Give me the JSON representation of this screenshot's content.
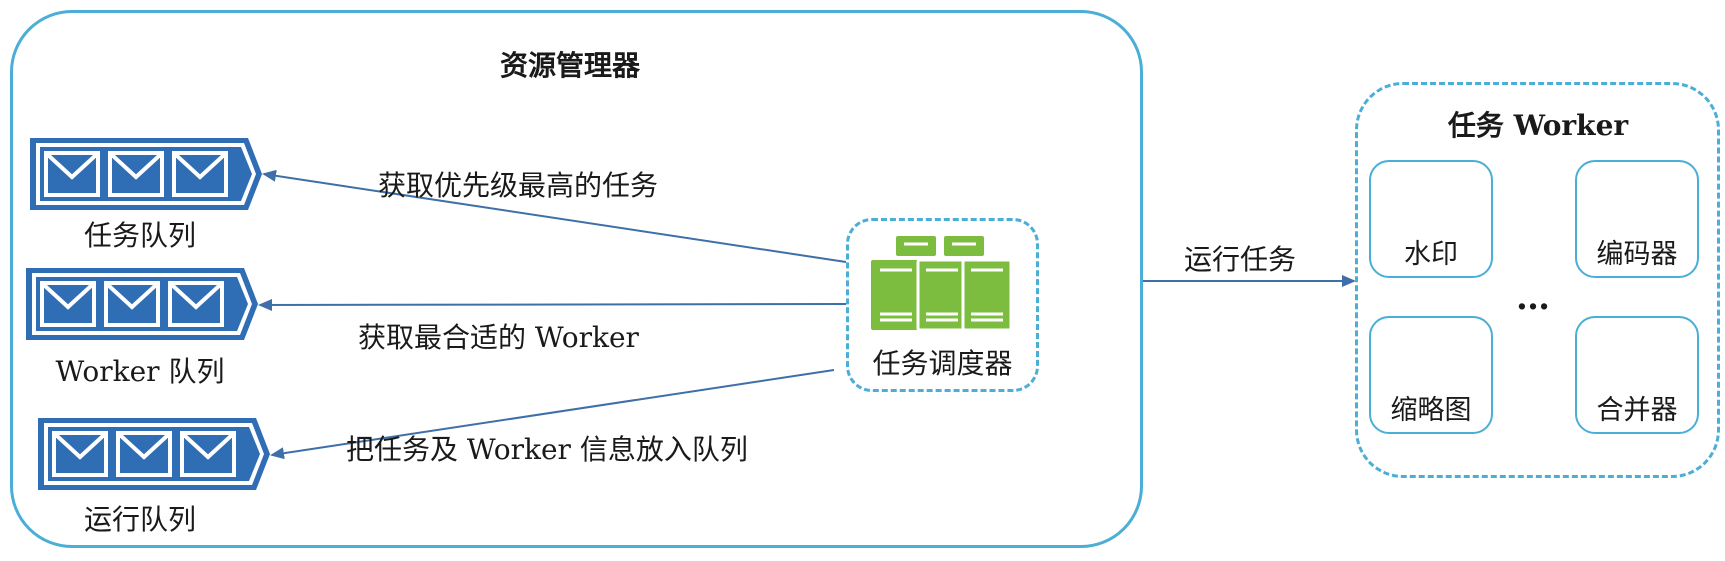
{
  "resource_manager": {
    "title": "资源管理器",
    "queues": [
      {
        "label": "任务队列"
      },
      {
        "label": "Worker 队列"
      },
      {
        "label": "运行队列"
      }
    ],
    "scheduler_label": "任务调度器",
    "arrows": [
      {
        "label": "获取优先级最高的任务"
      },
      {
        "label": "获取最合适的 Worker"
      },
      {
        "label": "把任务及 Worker 信息放入队列"
      }
    ]
  },
  "run_arrow_label": "运行任务",
  "task_workers": {
    "title": "任务 Worker",
    "workers": [
      "水印",
      "编码器",
      "缩略图",
      "合并器"
    ],
    "ellipsis": "…"
  },
  "colors": {
    "border_blue": "#4aaed6",
    "queue_blue": "#2f6db5",
    "server_green": "#7cbd3f",
    "arrow_blue": "#3f6fa8"
  },
  "icons": {
    "queue": "message-queue-icon",
    "server": "server-rack-icon"
  }
}
